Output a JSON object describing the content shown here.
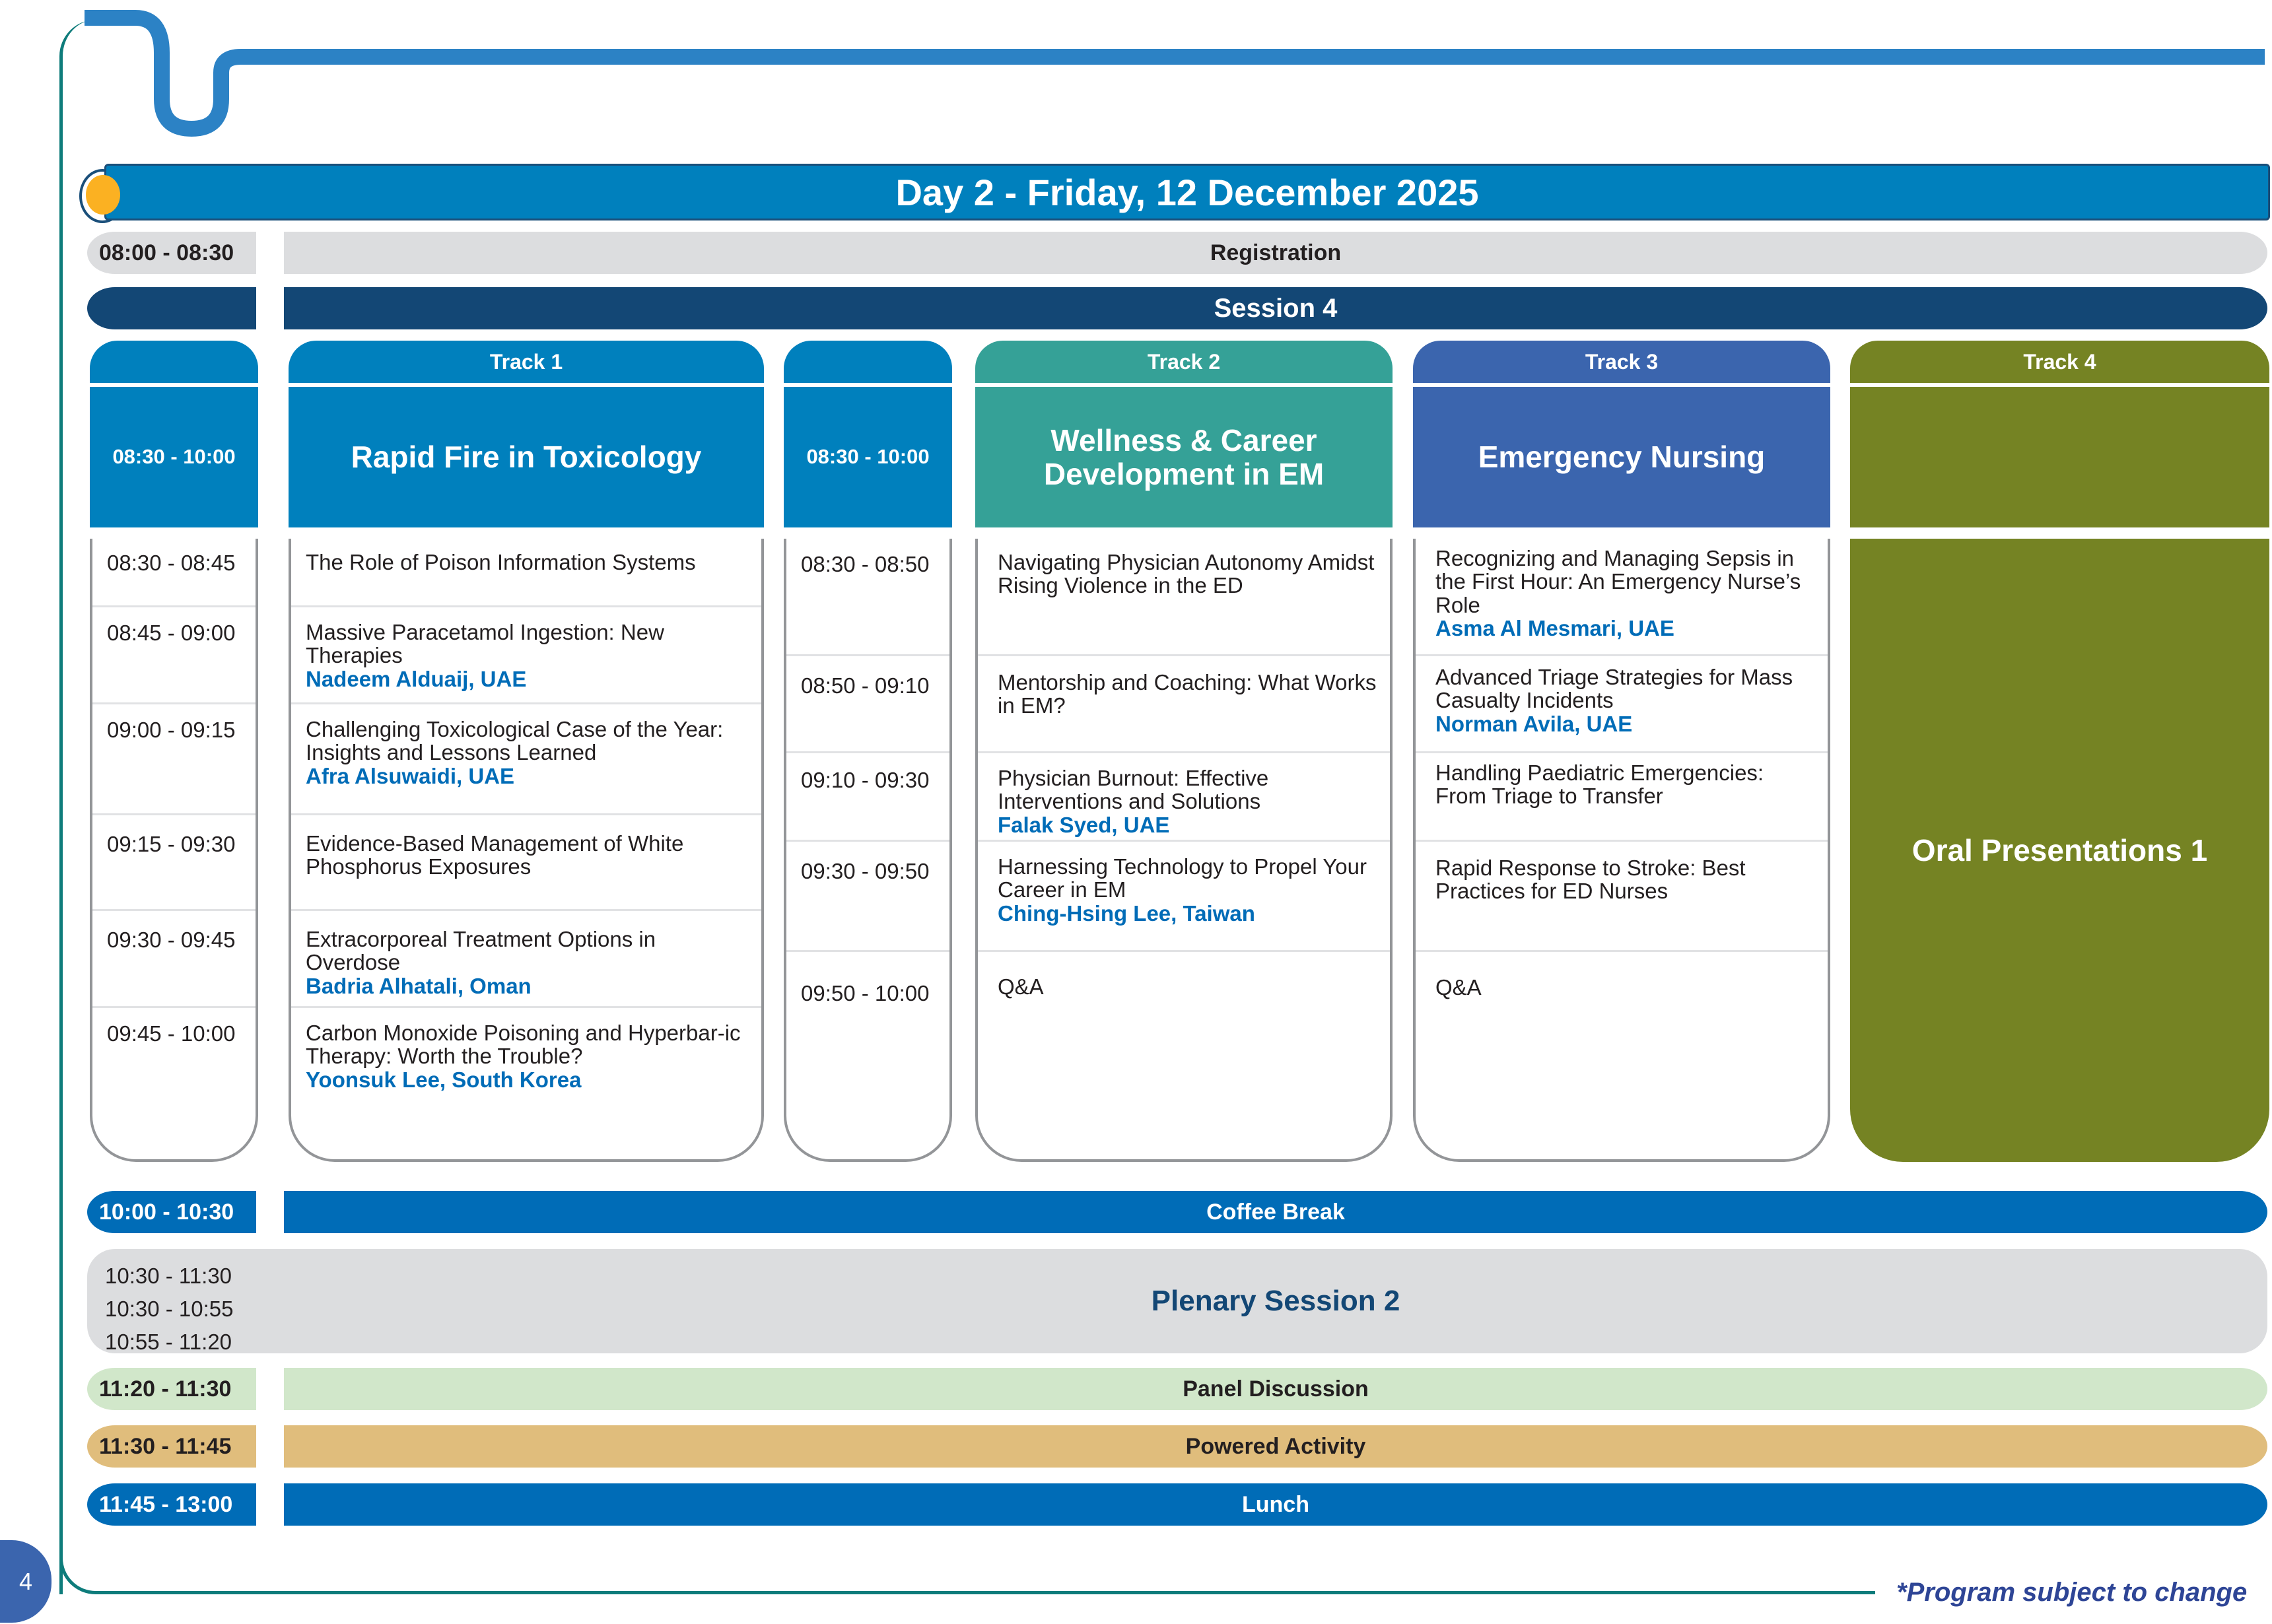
{
  "page": {
    "day_title": "Day 2 - Friday, 12 December 2025",
    "page_number": "4",
    "footnote": "*Program subject to change"
  },
  "colors": {
    "day_bar": "#0080bd",
    "session_bar": "#134775",
    "track1": "#0080bd",
    "track2": "#35a197",
    "track3": "#3b65ae",
    "track4": "#758323",
    "speaker_text": "#006cb7",
    "coffee_lunch": "#006cb7",
    "panel": "#d1e7ca",
    "powered": "#e0bd7c",
    "registration_plenary": "#dcdddf",
    "frame": "#0e7c7b",
    "accent_dot": "#fbb122"
  },
  "registration": {
    "time": "08:00 - 08:30",
    "label": "Registration"
  },
  "session": {
    "label": "Session 4"
  },
  "tracks": [
    {
      "tab": "Track 1",
      "title": "Rapid Fire in Toxicology",
      "block_time": "08:30 - 10:00"
    },
    {
      "tab": "Track 2",
      "title": "Wellness & Career Development in EM",
      "block_time": "08:30 - 10:00"
    },
    {
      "tab": "Track 3",
      "title": "Emergency Nursing"
    },
    {
      "tab": "Track 4",
      "title": "",
      "body": "Oral Presentations 1"
    }
  ],
  "track1_sessions": [
    {
      "time": "08:30 - 08:45",
      "title": "The Role of Poison Information Systems",
      "speaker": ""
    },
    {
      "time": "08:45 - 09:00",
      "title": "Massive Paracetamol Ingestion: New Therapies",
      "speaker": "Nadeem Alduaij, UAE"
    },
    {
      "time": "09:00 - 09:15",
      "title": "Challenging Toxicological Case of the Year: Insights and Lessons Learned",
      "speaker": "Afra Alsuwaidi, UAE"
    },
    {
      "time": "09:15 - 09:30",
      "title": "Evidence-Based Management of White Phosphorus Exposures",
      "speaker": ""
    },
    {
      "time": "09:30 - 09:45",
      "title": "Extracorporeal Treatment Options in Overdose",
      "speaker": "Badria Alhatali, Oman"
    },
    {
      "time": "09:45 - 10:00",
      "title": "Carbon Monoxide Poisoning and Hyperbar-ic Therapy: Worth the Trouble?",
      "speaker": "Yoonsuk Lee, South Korea"
    }
  ],
  "track2_sessions": [
    {
      "time": "08:30 - 08:50",
      "title": "Navigating Physician Autonomy Amidst Rising Violence in the ED",
      "speaker": ""
    },
    {
      "time": "08:50 - 09:10",
      "title": "Mentorship and Coaching: What Works in EM?",
      "speaker": ""
    },
    {
      "time": "09:10 - 09:30",
      "title": "Physician Burnout: Effective Interventions and Solutions",
      "speaker": "Falak Syed, UAE"
    },
    {
      "time": "09:30 - 09:50",
      "title": "Harnessing Technology to Propel Your Career in EM",
      "speaker": "Ching-Hsing Lee, Taiwan"
    },
    {
      "time": "09:50 - 10:00",
      "title": "Q&A",
      "speaker": ""
    }
  ],
  "track3_sessions": [
    {
      "title": "Recognizing and Managing Sepsis in the First Hour: An Emergency Nurse’s Role",
      "speaker": "Asma Al Mesmari, UAE"
    },
    {
      "title": "Advanced Triage Strategies for Mass Casualty Incidents",
      "speaker": "Norman Avila, UAE"
    },
    {
      "title": "Handling Paediatric Emergencies: From Triage to Transfer",
      "speaker": ""
    },
    {
      "title": "Rapid Response to Stroke: Best Practices for ED Nurses",
      "speaker": ""
    },
    {
      "title": "Q&A",
      "speaker": ""
    }
  ],
  "coffee": {
    "time": "10:00 - 10:30",
    "label": "Coffee Break"
  },
  "plenary": {
    "times": [
      "10:30 - 11:30",
      "10:30 - 10:55",
      "10:55 - 11:20"
    ],
    "label": "Plenary Session 2"
  },
  "panel": {
    "time": "11:20 - 11:30",
    "label": "Panel Discussion"
  },
  "powered": {
    "time": "11:30 - 11:45",
    "label": "Powered Activity"
  },
  "lunch": {
    "time": "11:45 - 13:00",
    "label": "Lunch"
  }
}
